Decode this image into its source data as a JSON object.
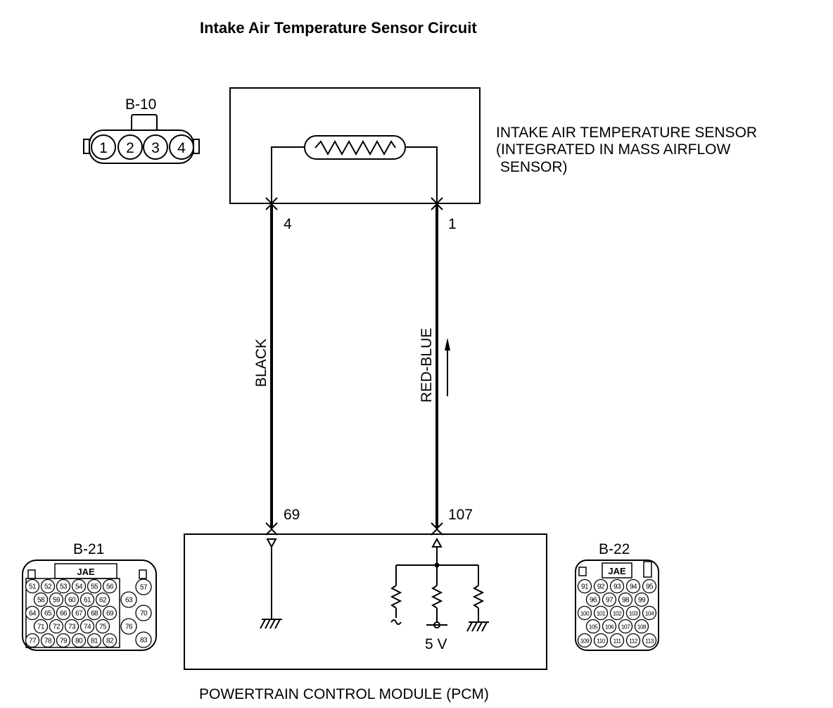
{
  "title": "Intake Air Temperature Sensor Circuit",
  "sensor": {
    "label_lines": [
      "INTAKE AIR TEMPERATURE SENSOR",
      "(INTEGRATED IN MASS AIRFLOW",
      " SENSOR)"
    ],
    "pin_left": "4",
    "pin_right": "1"
  },
  "wires": {
    "left_color": "BLACK",
    "right_color": "RED-BLUE"
  },
  "pcm": {
    "label": "POWERTRAIN CONTROL MODULE (PCM)",
    "pin_left": "69",
    "pin_right": "107",
    "supply": "5 V"
  },
  "connector_b10": {
    "id": "B-10",
    "pins": [
      "1",
      "2",
      "3",
      "4"
    ]
  },
  "connector_b21": {
    "id": "B-21",
    "brand": "JAE",
    "rows": [
      [
        "51",
        "52",
        "53",
        "54",
        "55",
        "56"
      ],
      [
        "58",
        "59",
        "60",
        "61",
        "62"
      ],
      [
        "64",
        "65",
        "66",
        "67",
        "68",
        "69"
      ],
      [
        "71",
        "72",
        "73",
        "74",
        "75"
      ],
      [
        "77",
        "78",
        "79",
        "80",
        "81",
        "82"
      ]
    ],
    "side_pins": [
      "57",
      "63",
      "70",
      "76",
      "83"
    ]
  },
  "connector_b22": {
    "id": "B-22",
    "brand": "JAE",
    "rows": [
      [
        "91",
        "92",
        "93",
        "94",
        "95"
      ],
      [
        "96",
        "97",
        "98",
        "99"
      ],
      [
        "100",
        "101",
        "102",
        "103",
        "104"
      ],
      [
        "105",
        "106",
        "107",
        "108"
      ],
      [
        "109",
        "110",
        "111",
        "112",
        "113"
      ]
    ]
  },
  "colors": {
    "ink": "#000000",
    "background": "#ffffff"
  },
  "icons": [
    "thermistor-icon",
    "resistor-icon",
    "ground-icon",
    "arrow-up-icon",
    "connector-terminal-icon"
  ]
}
